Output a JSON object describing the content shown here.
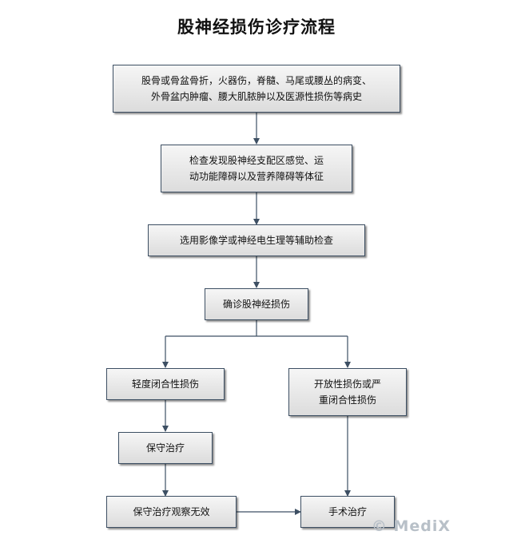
{
  "title": "股神经损伤诊疗流程",
  "nodes": {
    "causes": {
      "line1": "股骨或骨盆骨折，火器伤，脊髓、马尾或腰丛的病变、",
      "line2": "外骨盆内肿瘤、腰大肌脓肿以及医源性损伤等病史"
    },
    "exam": {
      "line1": "检查发现股神经支配区感觉、运",
      "line2": "动功能障碍以及营养障碍等体征"
    },
    "aux": {
      "text": "选用影像学或神经电生理等辅助检查"
    },
    "diagnosis": {
      "text": "确诊股神经损伤"
    },
    "mild": {
      "text": "轻度闭合性损伤"
    },
    "severe": {
      "line1": "开放性损伤或严",
      "line2": "重闭合性损伤"
    },
    "conservative": {
      "text": "保守治疗"
    },
    "observe": {
      "text": "保守治疗观察无效"
    },
    "surgery": {
      "text": "手术治疗"
    }
  },
  "watermark": "© MediX",
  "colors": {
    "line": "#3d4f63",
    "box_top": "#f6f6f6",
    "box_bottom": "#dcdcdc"
  }
}
